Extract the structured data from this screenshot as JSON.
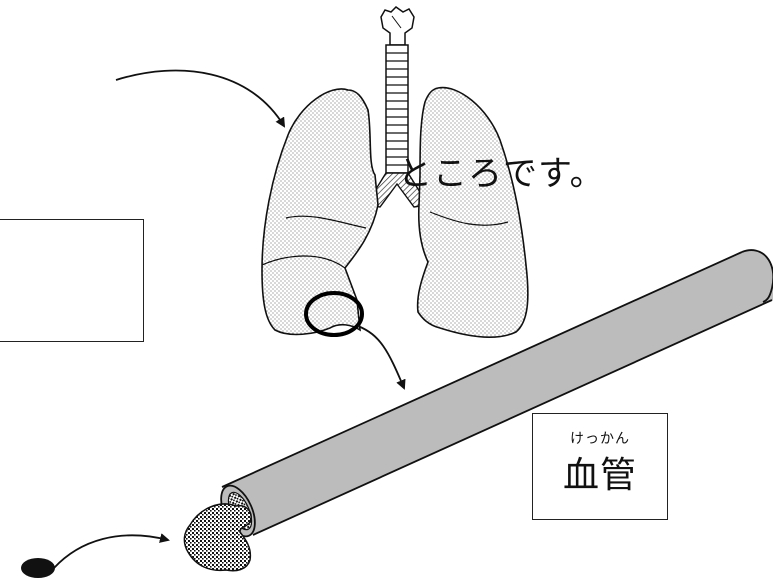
{
  "text": {
    "sentence": "ところです。",
    "vessel_ruby": "けっかん",
    "vessel_label": "血管"
  },
  "colors": {
    "line": "#111111",
    "vessel_fill": "#bdbdbd",
    "vessel_highlight": "#d9d9d9",
    "lung_dots": "#555555",
    "background": "#ffffff"
  },
  "icons": {
    "lungs": "lungs-icon",
    "trachea": "trachea-icon",
    "blood_vessel": "blood-vessel-icon",
    "alveolus": "alveolus-icon",
    "particle": "particle-dot-icon"
  }
}
